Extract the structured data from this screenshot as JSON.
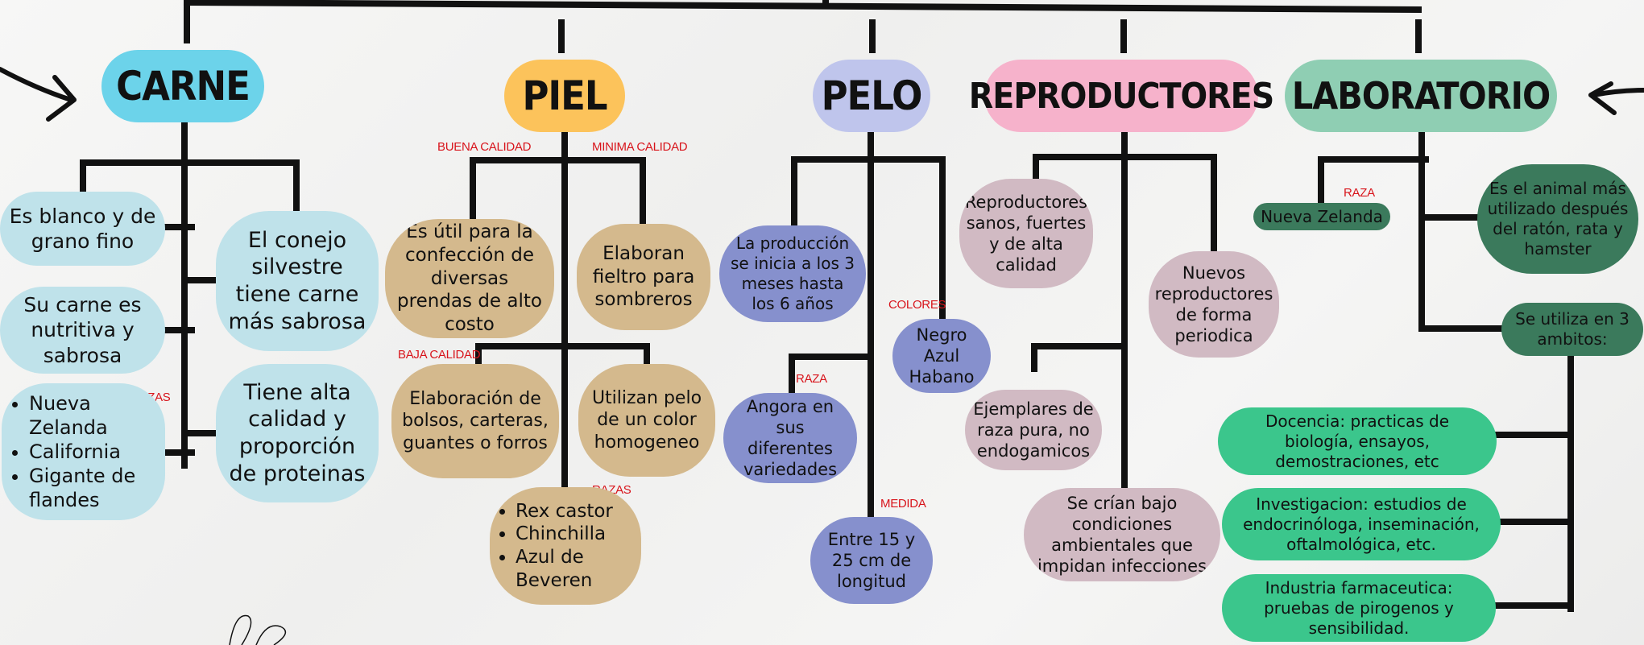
{
  "colors": {
    "carne_header": "#6cd3ea",
    "piel_header": "#fcc35b",
    "pelo_header": "#bfc5ec",
    "reproductores_header": "#f6b2cb",
    "laboratorio_header": "#8fceb3",
    "label_red": "#d8141b"
  },
  "carne": {
    "header": "CARNE",
    "node1": "Es blanco y de grano fino",
    "node2": "Su carne es nutritiva y sabrosa",
    "razas_label": "RAZAS",
    "razas": [
      "Nueva Zelanda",
      "California",
      "Gigante de flandes"
    ],
    "node4": "El conejo silvestre tiene carne más sabrosa",
    "node5": "Tiene alta calidad y proporción de proteinas"
  },
  "piel": {
    "header": "PIEL",
    "buena_label": "BUENA CALIDAD",
    "minima_label": "MINIMA CALIDAD",
    "baja_label": "BAJA CALIDAD",
    "razas_label": "RAZAS",
    "node1": "Es útil para la confección de diversas prendas de alto costo",
    "node2": "Elaboran fieltro para sombreros",
    "node3": "Elaboración de bolsos, carteras, guantes o forros",
    "node4": "Utilizan pelo de un color homogeneo",
    "razas": [
      "Rex castor",
      "Chinchilla",
      "Azul de Beveren"
    ]
  },
  "pelo": {
    "header": "PELO",
    "node1": "La producción se inicia a los 3 meses hasta los 6 años",
    "colores_label": "COLORES",
    "colores": [
      "Negro",
      "Azul",
      "Habano"
    ],
    "raza_label": "RAZA",
    "node3": "Angora en sus diferentes variedades",
    "medida_label": "MEDIDA",
    "node4": "Entre 15 y 25 cm de longitud"
  },
  "reproductores": {
    "header": "REPRODUCTORES",
    "node1": "Reproductores sanos, fuertes y de alta calidad",
    "node2": "Nuevos reproductores de forma periodica",
    "node3": "Ejemplares de raza pura, no endogamicos",
    "node4": "Se crían bajo condiciones ambientales que impidan infecciones"
  },
  "laboratorio": {
    "header": "LABORATORIO",
    "raza_label": "RAZA",
    "raza": "Nueva Zelanda",
    "node2": "Es el animal más utilizado después del ratón, rata y hamster",
    "node3": "Se utiliza en 3 ambitos:",
    "ambito1": "Docencia: practicas de biología, ensayos, demostraciones, etc",
    "ambito2": "Investigacion: estudios de endocrinóloga, inseminación, oftalmológica, etc.",
    "ambito3": "Industria farmaceutica: pruebas de pirogenos y sensibilidad."
  }
}
